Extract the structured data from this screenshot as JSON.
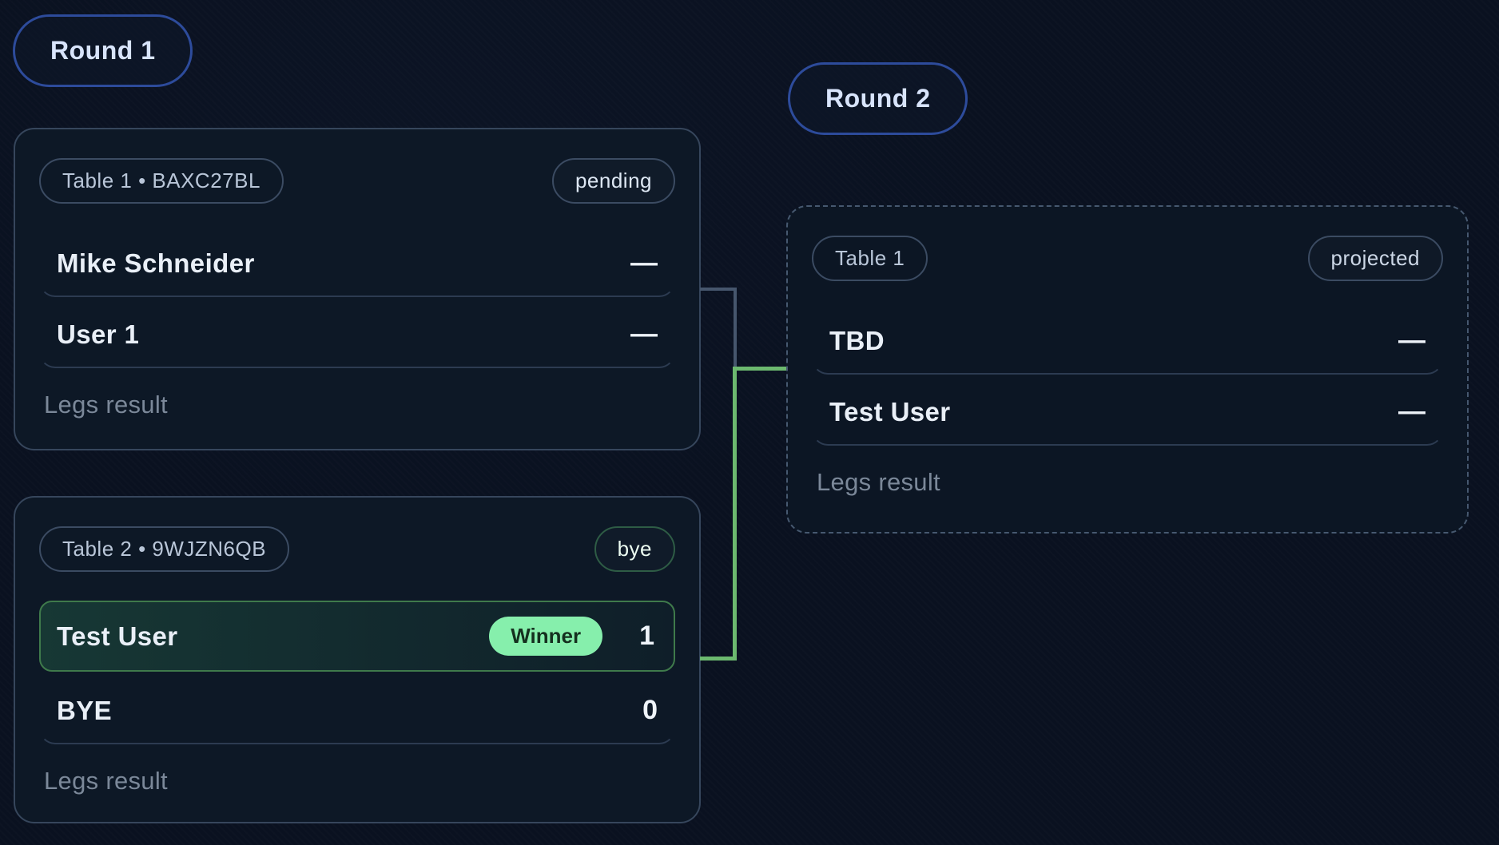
{
  "colors": {
    "background": "#0a1120",
    "card_background": "#0d1826",
    "card_border": "#36465c",
    "round_badge_border": "#2d4b9b",
    "round_badge_text": "#d8e4fb",
    "winner_row_border": "#3f7a4b",
    "winner_badge_background": "#86efac",
    "winner_badge_text": "#15301f",
    "bye_badge_border": "#2e5c45",
    "connector_gray": "#46566d",
    "connector_green": "#6cb96f",
    "muted_text": "#7b8899"
  },
  "rounds": [
    {
      "label": "Round 1"
    },
    {
      "label": "Round 2"
    }
  ],
  "matches": [
    {
      "table_label": "Table 1 • BAXC27BL",
      "status": "pending",
      "players": [
        {
          "name": "Mike Schneider",
          "score": "—"
        },
        {
          "name": "User 1",
          "score": "—"
        }
      ],
      "footer": "Legs result"
    },
    {
      "table_label": "Table 2 • 9WJZN6QB",
      "status": "bye",
      "players": [
        {
          "name": "Test User",
          "score": "1",
          "badge": "Winner"
        },
        {
          "name": "BYE",
          "score": "0"
        }
      ],
      "footer": "Legs result"
    },
    {
      "table_label": "Table 1",
      "status": "projected",
      "players": [
        {
          "name": "TBD",
          "score": "—"
        },
        {
          "name": "Test User",
          "score": "—"
        }
      ],
      "footer": "Legs result"
    }
  ]
}
